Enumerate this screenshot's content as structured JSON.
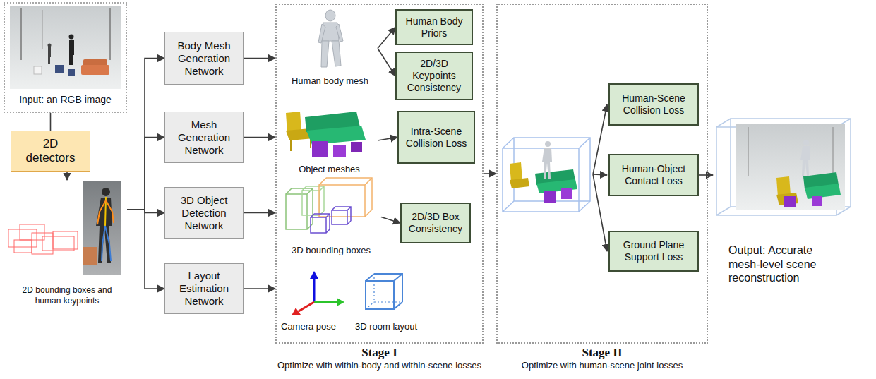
{
  "diagram": {
    "nodes": [
      {
        "text": [
          "Input: an RGB image"
        ]
      },
      {
        "text": [
          "2D detectors"
        ]
      },
      {
        "text": [
          "2D bounding boxes and human keypoints"
        ]
      },
      {
        "text": [
          "Body Mesh Generation Network"
        ]
      },
      {
        "text": [
          "Mesh Generation Network"
        ]
      },
      {
        "text": [
          "3D Object Detection Network"
        ]
      },
      {
        "text": [
          "Layout Estimation Network"
        ]
      },
      {
        "text": [
          "Stage I",
          "Optimize with within-body and within-scene losses"
        ]
      },
      {
        "text": [
          "Human body mesh"
        ],
        "in": 7
      },
      {
        "text": [
          "Human Body Priors"
        ],
        "in": 7
      },
      {
        "text": [
          "2D/3D Keypoints Consistency"
        ],
        "in": 7
      },
      {
        "text": [
          "Object meshes"
        ],
        "in": 7
      },
      {
        "text": [
          "Intra-Scene Collision Loss"
        ],
        "in": 7
      },
      {
        "text": [
          "3D bounding boxes"
        ],
        "in": 7
      },
      {
        "text": [
          "2D/3D Box Consistency"
        ],
        "in": 7
      },
      {
        "text": [
          "Stage II",
          "Optimize with human-scene joint losses"
        ]
      },
      {
        "text": [
          "Human-Scene Collision Loss"
        ],
        "in": 15
      },
      {
        "text": [
          "Human-Object Contact Loss"
        ],
        "in": 15
      },
      {
        "text": [
          "Ground Plane Support Loss"
        ],
        "in": 15
      },
      {
        "text": [
          "Output: Accurate mesh-level scene reconstruction"
        ]
      }
    ],
    "edges": [
      {
        "from": 0,
        "to": 1,
        "arrow": "none"
      },
      {
        "from": 1,
        "to": 2,
        "arrow": "to"
      },
      {
        "from": 2,
        "to": 3,
        "arrow": "to"
      },
      {
        "from": 2,
        "to": 4,
        "arrow": "to"
      },
      {
        "from": 2,
        "to": 5,
        "arrow": "to"
      },
      {
        "from": 2,
        "to": 6,
        "arrow": "to"
      },
      {
        "from": 3,
        "to": 7,
        "arrow": "to"
      },
      {
        "from": 4,
        "to": 7,
        "arrow": "to"
      },
      {
        "from": 5,
        "to": 7,
        "arrow": "to"
      },
      {
        "from": 6,
        "to": 7,
        "arrow": "to"
      },
      {
        "from": 8,
        "to": 9,
        "arrow": "to"
      },
      {
        "from": 8,
        "to": 10,
        "arrow": "to"
      },
      {
        "from": 11,
        "to": 12,
        "arrow": "to"
      },
      {
        "from": 13,
        "to": 14,
        "arrow": "to"
      },
      {
        "from": 7,
        "to": 15,
        "arrow": "to"
      },
      {
        "from": 17,
        "to": 19,
        "arrow": "to"
      }
    ],
    "labels": [
      "Camera pose",
      "3D room layout"
    ]
  }
}
